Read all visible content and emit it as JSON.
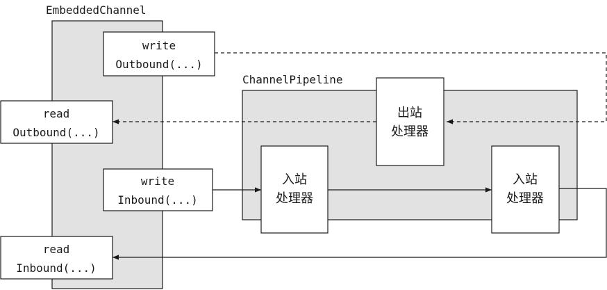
{
  "embedded_channel": {
    "label": "EmbeddedChannel"
  },
  "channel_pipeline": {
    "label": "ChannelPipeline"
  },
  "write_outbound": {
    "line1": "write",
    "line2": "Outbound(...)"
  },
  "read_outbound": {
    "line1": "read",
    "line2": "Outbound(...)"
  },
  "write_inbound": {
    "line1": "write",
    "line2": "Inbound(...)"
  },
  "read_inbound": {
    "line1": "read",
    "line2": "Inbound(...)"
  },
  "outbound_handler": {
    "line1": "出站",
    "line2": "处理器"
  },
  "inbound_handler_1": {
    "line1": "入站",
    "line2": "处理器"
  },
  "inbound_handler_2": {
    "line1": "入站",
    "line2": "处理器"
  }
}
